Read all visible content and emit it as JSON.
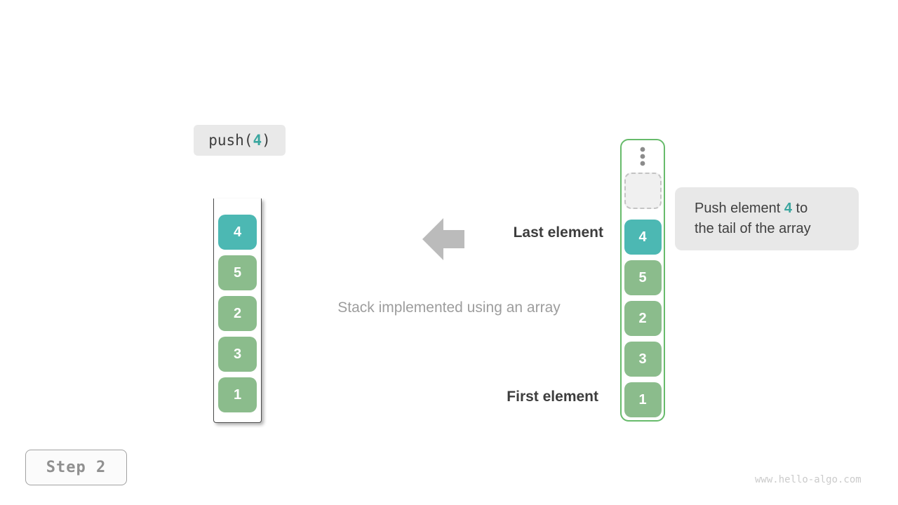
{
  "palette": {
    "teal_cell": "#4cb8b3",
    "green_cell": "#8bbc8c",
    "container_green_border": "#67bb6b",
    "accent_teal_text": "#3aa69f",
    "dark_text": "#3d3d3d",
    "muted_text": "#9d9d9d",
    "arrow_gray": "#bbbbbb"
  },
  "push_label": {
    "prefix": "push(",
    "arg": "4",
    "suffix": ")"
  },
  "left_stack": {
    "cells": [
      {
        "value": "4",
        "type": "teal"
      },
      {
        "value": "5",
        "type": "green"
      },
      {
        "value": "2",
        "type": "green"
      },
      {
        "value": "3",
        "type": "green"
      },
      {
        "value": "1",
        "type": "green"
      }
    ]
  },
  "right_stack": {
    "ellipsis_icon": "vertical-ellipsis",
    "cells": [
      {
        "value": "",
        "type": "empty"
      },
      {
        "value": "4",
        "type": "teal"
      },
      {
        "value": "5",
        "type": "green"
      },
      {
        "value": "2",
        "type": "green"
      },
      {
        "value": "3",
        "type": "green"
      },
      {
        "value": "1",
        "type": "green"
      }
    ]
  },
  "labels": {
    "last_element": "Last element",
    "caption": "Stack implemented using an array",
    "first_element": "First element"
  },
  "tooltip": {
    "line1_pre": "Push element ",
    "value": "4",
    "line1_post": " to",
    "line2": "the tail of the array"
  },
  "step_badge": "Step 2",
  "watermark": "www.hello-algo.com"
}
